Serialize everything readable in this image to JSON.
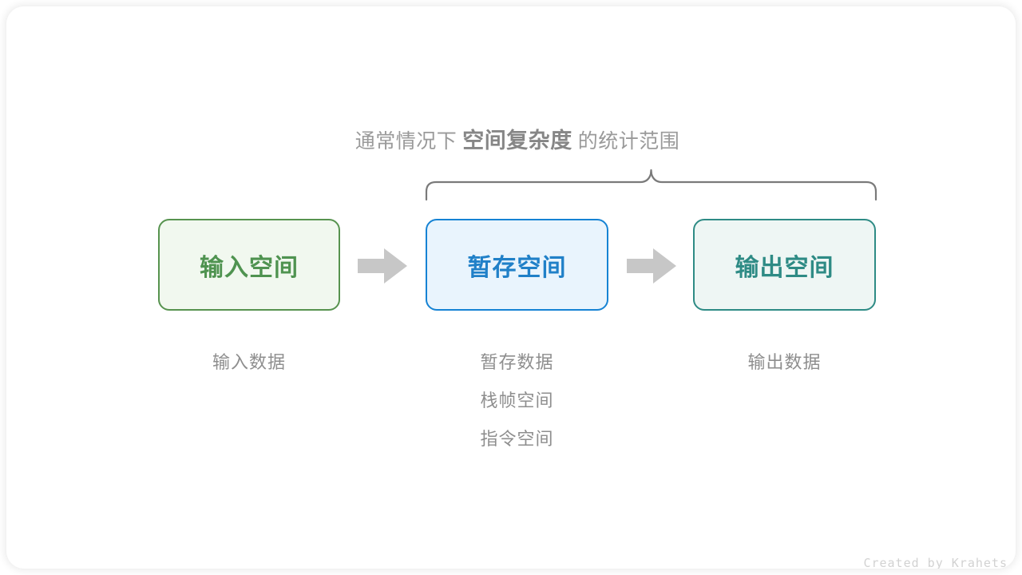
{
  "diagram": {
    "caption": {
      "prefix": "通常情况下",
      "highlight": "空间复杂度",
      "suffix": "的统计范围"
    },
    "brace": {
      "name": "scope-brace",
      "color": "#7a7a7a"
    },
    "arrows": [
      {
        "name": "arrow-input-to-temp",
        "color": "#c7c7c7"
      },
      {
        "name": "arrow-temp-to-output",
        "color": "#c7c7c7"
      }
    ],
    "columns": [
      {
        "id": "input",
        "box_label": "输入空间",
        "border_color": "#57934f",
        "fill_color": "#f1f8ef",
        "text_color": "#4f9350",
        "notes": [
          "输入数据"
        ]
      },
      {
        "id": "temp",
        "box_label": "暂存空间",
        "border_color": "#1683d4",
        "fill_color": "#e9f4fd",
        "text_color": "#2080c8",
        "notes": [
          "暂存数据",
          "栈帧空间",
          "指令空间"
        ]
      },
      {
        "id": "output",
        "box_label": "输出空间",
        "border_color": "#2e8b85",
        "fill_color": "#eef6f4",
        "text_color": "#2e8b85",
        "notes": [
          "输出数据"
        ]
      }
    ],
    "footer": "Created by Krahets"
  }
}
